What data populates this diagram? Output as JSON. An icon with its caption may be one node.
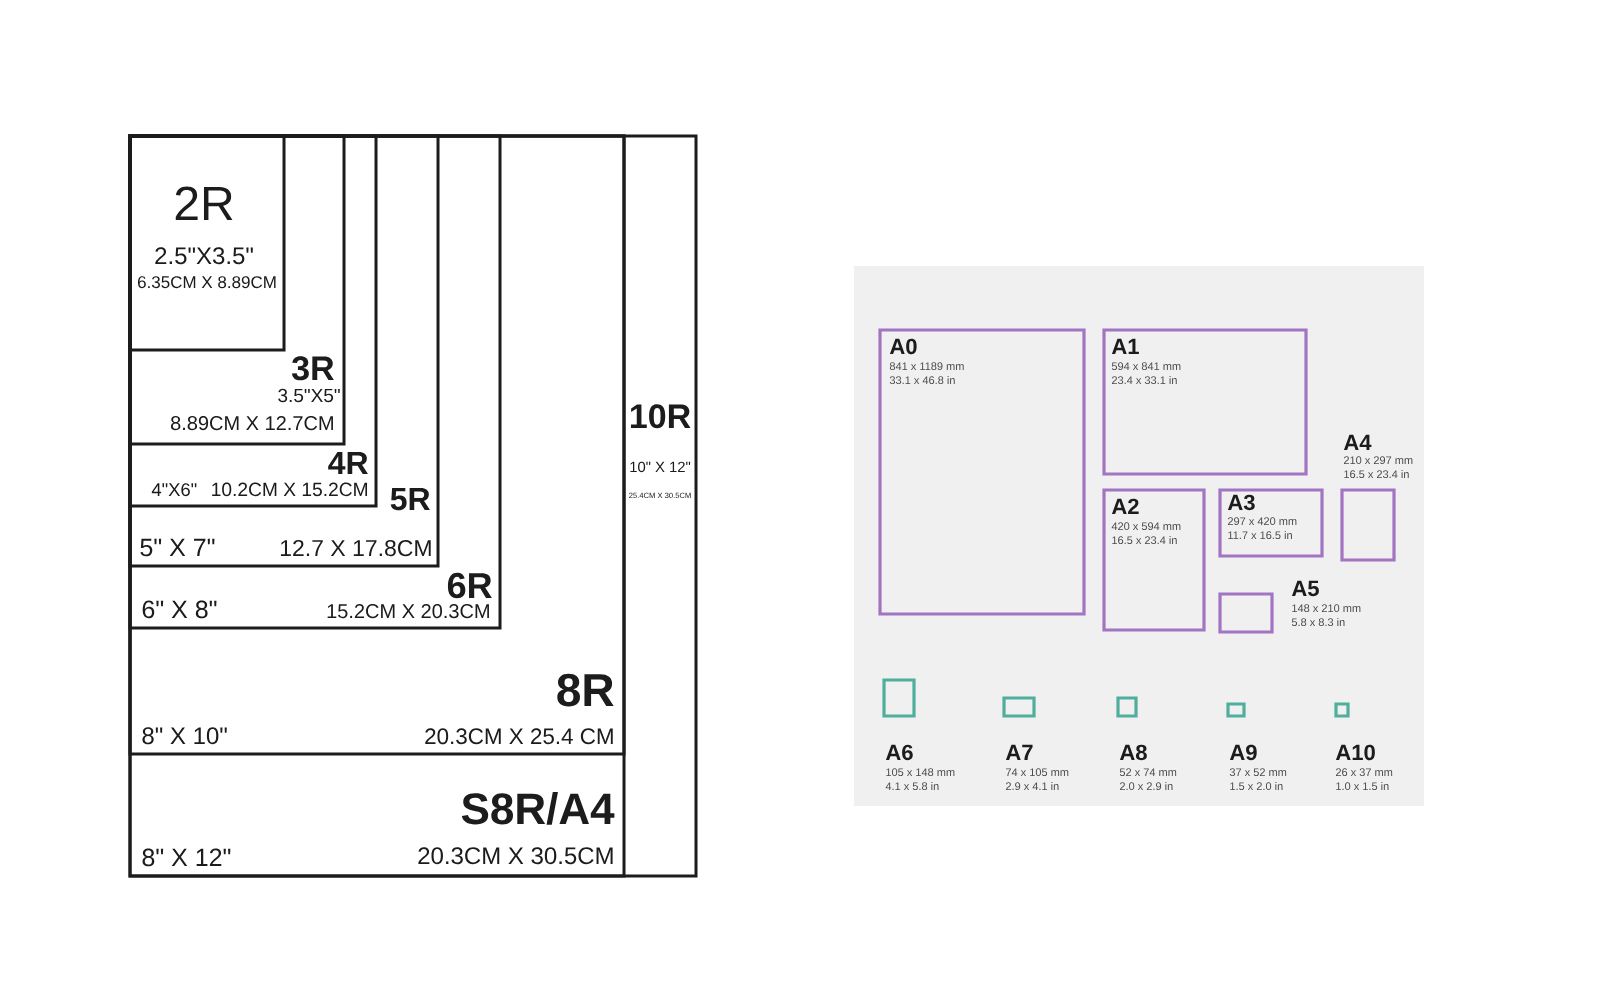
{
  "diagram": {
    "nodes": [
      {
        "text": [
          "10R",
          "10\" X 12\"",
          "25.4CM X 30.5CM"
        ]
      },
      {
        "text": [
          "S8R/A4",
          "8\" X 12\"",
          "20.3CM X 30.5CM"
        ],
        "in": 0
      },
      {
        "text": [
          "8R",
          "8\" X 10\"",
          "20.3CM X 25.4 CM"
        ],
        "in": 1
      },
      {
        "text": [
          "6R",
          "6\" X 8\"",
          "15.2CM X 20.3CM"
        ],
        "in": 2
      },
      {
        "text": [
          "5R",
          "5\" X 7\"",
          "12.7 X 17.8CM"
        ],
        "in": 3
      },
      {
        "text": [
          "4R",
          "4\"X6\"",
          "10.2CM X 15.2CM"
        ],
        "in": 4
      },
      {
        "text": [
          "3R",
          "3.5\"X5\"",
          "8.89CM X 12.7CM"
        ],
        "in": 5
      },
      {
        "text": [
          "2R",
          "2.5\"X3.5\"",
          "6.35CM X 8.89CM"
        ],
        "in": 6
      },
      {
        "text": [
          "A0",
          "841 x 1189 mm",
          "33.1 x 46.8 in"
        ]
      },
      {
        "text": [
          "A1",
          "594 x 841 mm",
          "23.4 x 33.1 in"
        ]
      },
      {
        "text": [
          "A2",
          "420 x 594 mm",
          "16.5 x 23.4 in"
        ]
      },
      {
        "text": [
          "A3",
          "297 x 420 mm",
          "11.7 x 16.5 in"
        ]
      },
      {
        "text": [
          "A4",
          "210 x 297 mm",
          "16.5 x 23.4 in"
        ]
      },
      {
        "text": [
          "A5",
          "148 x 210 mm",
          "5.8 x 8.3 in"
        ]
      },
      {
        "text": [
          "A6",
          "105 x 148 mm",
          "4.1 x 5.8 in"
        ]
      },
      {
        "text": [
          "A7",
          "74 x 105 mm",
          "2.9 x 4.1 in"
        ]
      },
      {
        "text": [
          "A8",
          "52 x 74 mm",
          "2.0 x 2.9 in"
        ]
      },
      {
        "text": [
          "A9",
          "37 x 52 mm",
          "1.5 x 2.0 in"
        ]
      },
      {
        "text": [
          "A10",
          "26 x 37 mm",
          "1.0 x 1.5 in"
        ]
      }
    ]
  }
}
